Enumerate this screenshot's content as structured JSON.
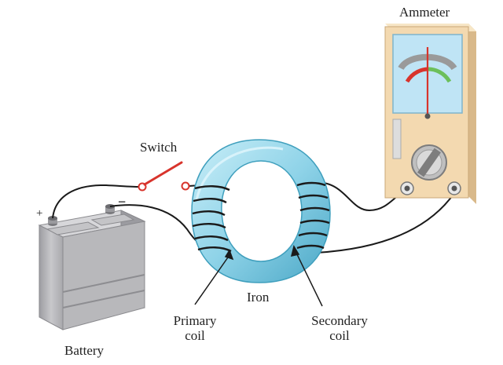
{
  "labels": {
    "ammeter": "Ammeter",
    "switch": "Switch",
    "iron": "Iron",
    "primary_line1": "Primary",
    "primary_line2": "coil",
    "secondary_line1": "Secondary",
    "secondary_line2": "coil",
    "battery": "Battery",
    "plus": "+",
    "minus": "−"
  },
  "colors": {
    "wire": "#1a1a1a",
    "ring": "#8fd3e8",
    "ring_dark": "#3f9fbd",
    "switch_red": "#d8342c",
    "meter_body": "#f3d9b0",
    "meter_screen": "#bfe4f5",
    "battery_body": "#b8b8bb"
  }
}
